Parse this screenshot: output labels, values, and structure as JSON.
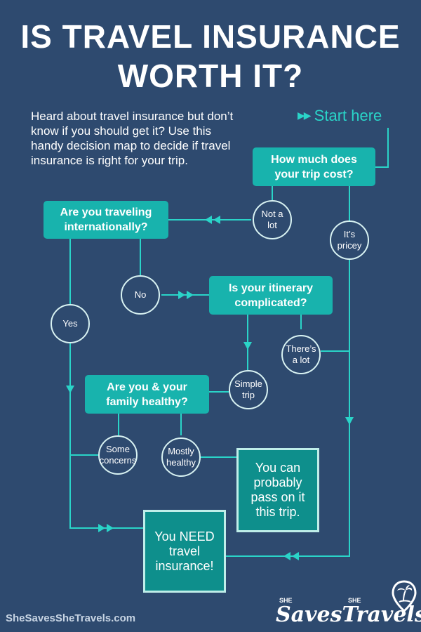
{
  "title": {
    "line1": "IS TRAVEL INSURANCE",
    "line2": "WORTH IT?"
  },
  "intro": "Heard about travel insurance but don’t know if you should get it? Use this handy decision map to decide if travel insurance is right for your trip.",
  "start_label": "Start here",
  "questions": {
    "cost": "How much does your trip cost?",
    "international": "Are you traveling internationally?",
    "itinerary": "Is your itinerary complicated?",
    "healthy": "Are you & your family healthy?"
  },
  "answers": {
    "not_a_lot": "Not a lot",
    "pricey": "It’s pricey",
    "no": "No",
    "yes": "Yes",
    "theres_a_lot": "There’s a lot",
    "simple_trip": "Simple trip",
    "some_concerns": "Some concerns",
    "mostly_healthy": "Mostly healthy"
  },
  "outcomes": {
    "pass": "You can probably pass on it this trip.",
    "need": "You NEED travel insurance!"
  },
  "footer": {
    "site": "SheSavesSheTravels.com",
    "logo_she_left": "SHE",
    "logo_she_right": "SHE",
    "logo_text": "SavesTravels"
  },
  "colors": {
    "background": "#2e4a6f",
    "teal_box": "#18b3ad",
    "outcome_box": "#0e8f8c",
    "line": "#2ad4c8"
  }
}
